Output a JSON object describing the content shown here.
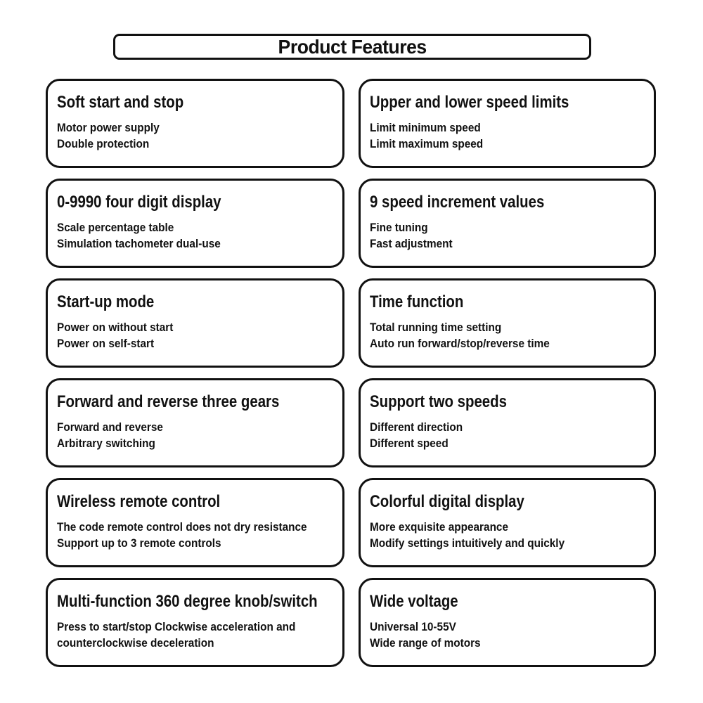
{
  "header": {
    "title": "Product Features"
  },
  "colors": {
    "border": "#111111",
    "text": "#111111",
    "background": "#ffffff"
  },
  "cards": [
    {
      "title": "Soft start and stop",
      "lines": [
        "Motor power supply",
        "Double protection"
      ]
    },
    {
      "title": "Upper and lower speed limits",
      "lines": [
        "Limit minimum speed",
        "Limit maximum speed"
      ]
    },
    {
      "title": "0-9990 four digit display",
      "lines": [
        "Scale percentage table",
        "Simulation tachometer dual-use"
      ]
    },
    {
      "title": "9 speed increment values",
      "lines": [
        "Fine tuning",
        "Fast adjustment"
      ]
    },
    {
      "title": "Start-up mode",
      "lines": [
        "Power on without start",
        "Power on self-start"
      ]
    },
    {
      "title": "Time function",
      "lines": [
        "Total running time setting",
        "Auto run forward/stop/reverse time"
      ]
    },
    {
      "title": "Forward and reverse three gears",
      "lines": [
        "Forward and reverse",
        "Arbitrary switching"
      ]
    },
    {
      "title": "Support two speeds",
      "lines": [
        "Different direction",
        "Different speed"
      ]
    },
    {
      "title": "Wireless remote control",
      "lines": [
        "The code remote control does not dry resistance",
        "Support up to 3 remote controls"
      ]
    },
    {
      "title": "Colorful digital display",
      "lines": [
        "More exquisite appearance",
        "Modify settings intuitively and quickly"
      ]
    },
    {
      "title": "Multi-function 360 degree knob/switch",
      "lines": [
        "Press to start/stop Clockwise acceleration and",
        "counterclockwise deceleration"
      ]
    },
    {
      "title": "Wide voltage",
      "lines": [
        "Universal 10-55V",
        "Wide range of motors"
      ]
    }
  ]
}
